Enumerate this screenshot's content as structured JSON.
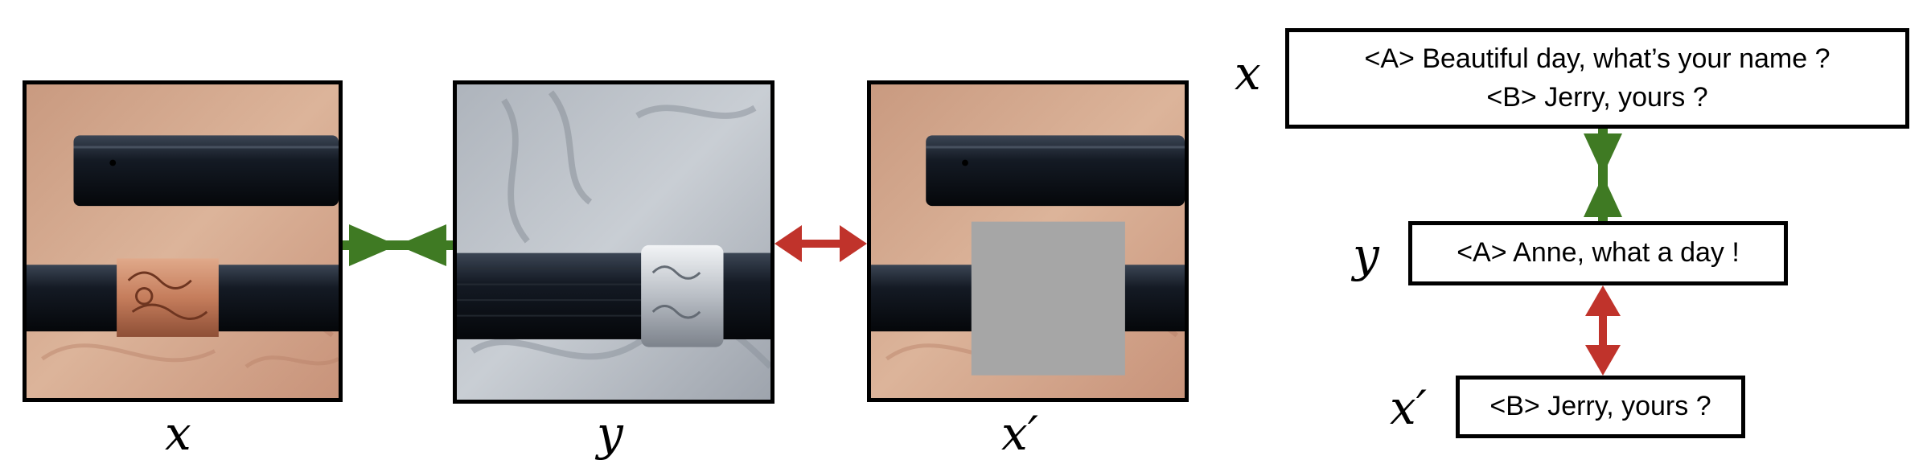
{
  "left": {
    "images": [
      {
        "label": "x"
      },
      {
        "label": "y"
      },
      {
        "label": "x′"
      }
    ],
    "connectors": [
      {
        "kind": "attract",
        "color": "#3f7a23"
      },
      {
        "kind": "repel",
        "color": "#c0332b"
      }
    ]
  },
  "right": {
    "boxes": [
      {
        "label": "x",
        "lines": [
          "<A> Beautiful day, what’s your name ?",
          "<B> Jerry, yours ?"
        ]
      },
      {
        "label": "y",
        "lines": [
          "<A> Anne, what a day !"
        ]
      },
      {
        "label": "x′",
        "lines": [
          "<B> Jerry, yours ?"
        ]
      }
    ],
    "connectors": [
      {
        "kind": "attract",
        "color": "#3f7a23"
      },
      {
        "kind": "repel",
        "color": "#c0332b"
      }
    ]
  },
  "colors": {
    "attract": "#3f7a23",
    "repel": "#c0332b",
    "mask": "#a6a6a6"
  }
}
